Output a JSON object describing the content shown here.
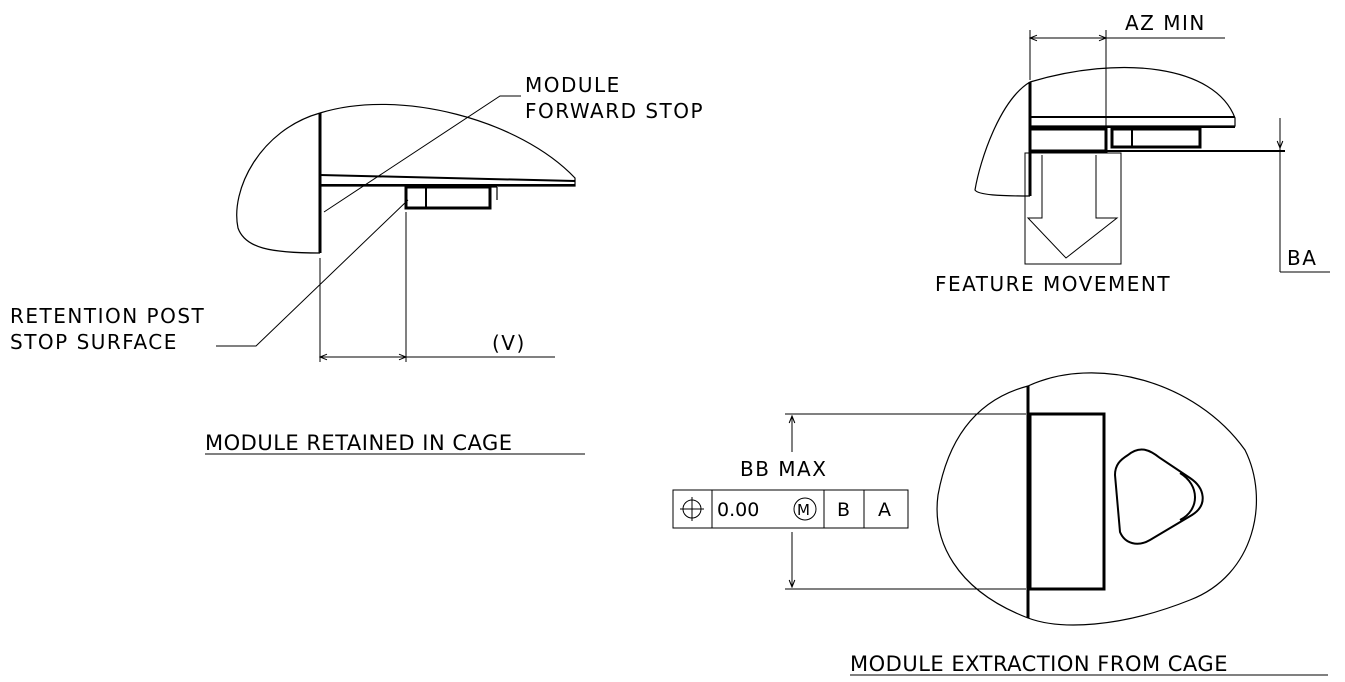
{
  "view_retained": {
    "caption": "MODULE RETAINED IN CAGE",
    "forward_stop_label": [
      "MODULE",
      "FORWARD STOP"
    ],
    "retention_post_label": [
      "RETENTION POST",
      "STOP SURFACE"
    ],
    "dimension_label": "(V)"
  },
  "view_movement": {
    "min_label": "AZ MIN",
    "side_label": "BA",
    "movement_label": "FEATURE MOVEMENT"
  },
  "view_extraction": {
    "caption": "MODULE EXTRACTION FROM CAGE",
    "max_label": "BB MAX",
    "fcf": {
      "symbol": "position-symbol",
      "tolerance": "0.00",
      "modifier": "M",
      "datum_1": "B",
      "datum_2": "A"
    }
  }
}
